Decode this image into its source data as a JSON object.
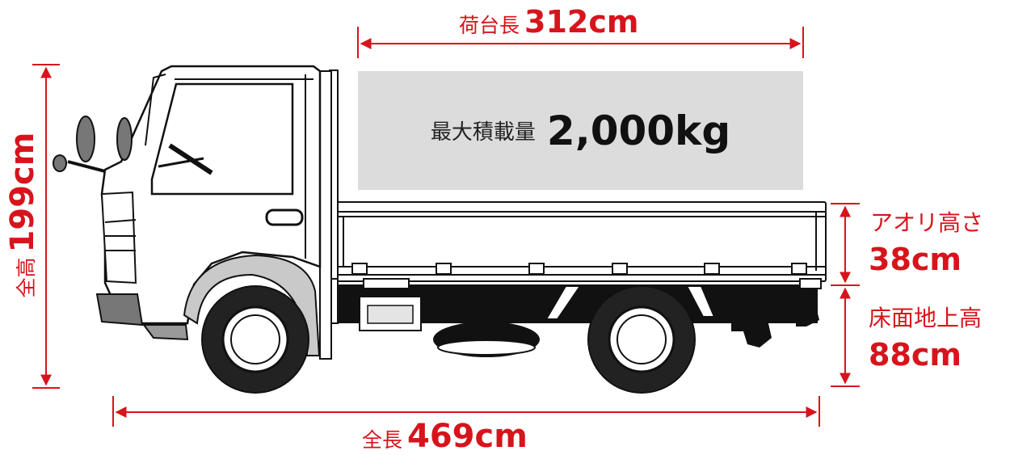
{
  "dimensions": {
    "bed_length": {
      "label": "荷台長",
      "value": "312cm"
    },
    "total_length": {
      "label": "全長",
      "value": "469cm"
    },
    "total_height": {
      "label": "全高",
      "value": "199cm"
    },
    "gate_height": {
      "label": "アオリ高さ",
      "value": "38cm"
    },
    "floor_height": {
      "label": "床面地上高",
      "value": "88cm"
    }
  },
  "payload": {
    "label": "最大積載量",
    "value": "2,000kg"
  },
  "colors": {
    "accent": "#d7141c",
    "truck_line": "#111111",
    "payload_box": "#dcdcdc"
  }
}
